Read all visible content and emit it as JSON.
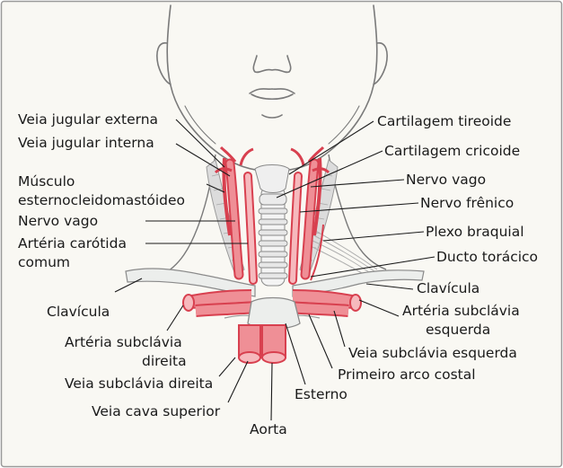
{
  "colors": {
    "background": "#f9f8f3",
    "frame": "#9a9a9a",
    "vessel_fill": "#ef8f96",
    "vessel_dark": "#d8404f",
    "vessel_light": "#f6b9bd",
    "bone_fill": "#eceeec",
    "skin_line": "#7a7a7a",
    "text": "#1a1a1a"
  },
  "labels": {
    "veia_jugular_externa": "Veia jugular externa",
    "veia_jugular_interna": "Veia jugular interna",
    "musculo_line1": "Músculo",
    "musculo_line2": "esternocleidomastóideo",
    "nervo_vago_left": "Nervo vago",
    "arteria_carotida_line1": "Artéria carótida",
    "arteria_carotida_line2": "comum",
    "clavicula_left": "Clavícula",
    "arteria_subclavia_direita_line1": "Artéria subclávia",
    "arteria_subclavia_direita_line2": "direita",
    "veia_subclavia_direita": "Veia subclávia direita",
    "veia_cava_superior": "Veia cava superior",
    "aorta": "Aorta",
    "esterno": "Esterno",
    "primeiro_arco_costal": "Primeiro arco costal",
    "veia_subclavia_esquerda": "Veia subclávia esquerda",
    "arteria_subclavia_esquerda_line1": "Artéria subclávia",
    "arteria_subclavia_esquerda_line2": "esquerda",
    "clavicula_right": "Clavícula",
    "ducto_toracico": "Ducto torácico",
    "plexo_braquial": "Plexo braquial",
    "nervo_frenico": "Nervo frênico",
    "nervo_vago_right": "Nervo vago",
    "cartilagem_cricoide": "Cartilagem cricoide",
    "cartilagem_tireoide": "Cartilagem tireoide"
  }
}
